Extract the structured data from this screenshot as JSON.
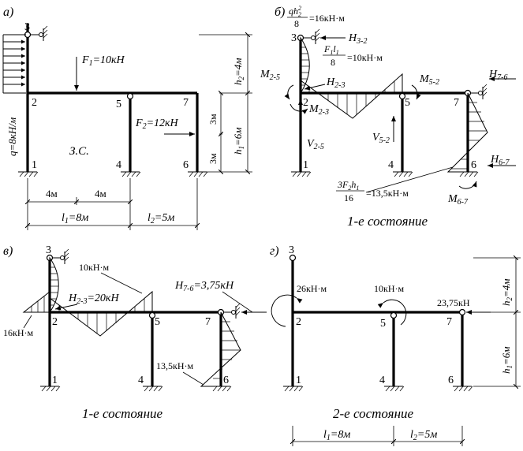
{
  "panels": {
    "a": {
      "label": "а)",
      "nodes": [
        "1",
        "2",
        "3",
        "4",
        "5",
        "6",
        "7"
      ],
      "load_q": "q=8кН/м",
      "load_F1": "F",
      "load_F1_sub": "1",
      "load_F1_val": "=10кН",
      "load_F2": "F",
      "load_F2_sub": "2",
      "load_F2_val": "=12кН",
      "system_label": "З.С.",
      "dims": {
        "h2": "h",
        "h2_sub": "2",
        "h2_val": "=4м",
        "h1": "h",
        "h1_sub": "1",
        "h1_val": "=6м",
        "seg_3m_a": "3м",
        "seg_3m_b": "3м",
        "seg_4m_a": "4м",
        "seg_4m_b": "4м",
        "l1": "l",
        "l1_sub": "1",
        "l1_val": "=8м",
        "l2": "l",
        "l2_sub": "2",
        "l2_val": "=5м"
      }
    },
    "b": {
      "label": "б)",
      "nodes": [
        "1",
        "2",
        "3",
        "4",
        "5",
        "6",
        "7"
      ],
      "formula_top_num": "qh",
      "formula_top_sup": "2",
      "formula_top_sub": "2",
      "formula_top_den": "8",
      "formula_top_val": "=16кН·м",
      "formula_mid_num": "F",
      "formula_mid_num_sub1": "1",
      "formula_mid_num_l": "l",
      "formula_mid_num_sub2": "1",
      "formula_mid_den": "8",
      "formula_mid_val": "=10кН·м",
      "formula_bot_num": "3F",
      "formula_bot_num_sub1": "2",
      "formula_bot_num_h": "h",
      "formula_bot_num_sub2": "1",
      "formula_bot_den": "16",
      "formula_bot_val": "=13,5кН·м",
      "H32": "H",
      "H32_sub": "3-2",
      "H23": "H",
      "H23_sub": "2-3",
      "H76": "H",
      "H76_sub": "7-6",
      "H67": "H",
      "H67_sub": "6-7",
      "M25": "M",
      "M25_sub": "2-5",
      "M23": "M",
      "M23_sub": "2-3",
      "M52": "M",
      "M52_sub": "5-2",
      "M67": "M",
      "M67_sub": "6-7",
      "V25": "V",
      "V25_sub": "2-5",
      "V52": "V",
      "V52_sub": "5-2",
      "caption": "1-е состояние"
    },
    "c": {
      "label": "в)",
      "nodes": [
        "1",
        "2",
        "3",
        "4",
        "5",
        "6",
        "7"
      ],
      "val_10": "10кН·м",
      "val_16": "16кН·м",
      "val_135": "13,5кН·м",
      "H23": "H",
      "H23_sub": "2-3",
      "H23_val": "=20кН",
      "H76": "H",
      "H76_sub": "7-6",
      "H76_val": "=3,75кН",
      "caption": "1-е состояние"
    },
    "d": {
      "label": "г)",
      "nodes": [
        "1",
        "2",
        "3",
        "4",
        "5",
        "6",
        "7"
      ],
      "m2": "26кН·м",
      "m5": "10кН·м",
      "f7": "23,75кН",
      "dims": {
        "h2": "h",
        "h2_sub": "2",
        "h2_val": "=4м",
        "h1": "h",
        "h1_sub": "1",
        "h1_val": "=6м",
        "l1": "l",
        "l1_sub": "1",
        "l1_val": "=8м",
        "l2": "l",
        "l2_sub": "2",
        "l2_val": "=5м"
      },
      "caption": "2-е состояние"
    }
  }
}
